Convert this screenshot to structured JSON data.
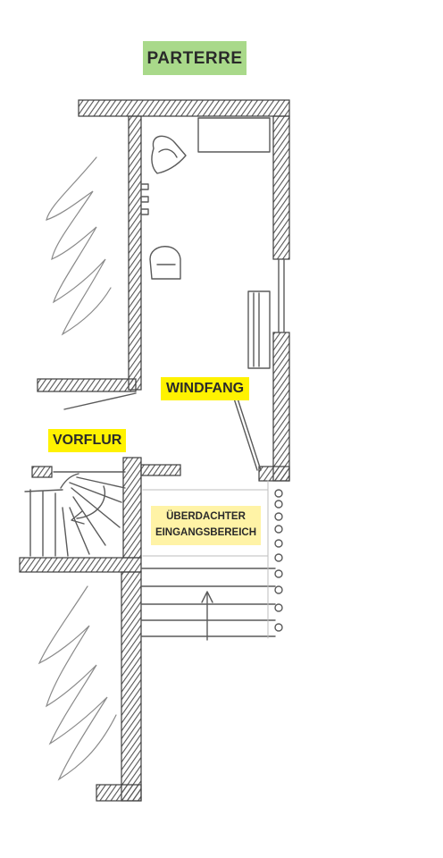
{
  "plan": {
    "title": "Parterre",
    "labels": {
      "windfang": "Windfang",
      "vorflur": "Vorflur",
      "entrance_line1": "Überdachter",
      "entrance_line2": "Eingangsbereich"
    },
    "colors": {
      "title_bg": "#a9d98a",
      "label_bg": "#fff200",
      "entrance_bg": "#fff3a6",
      "wall": "#4a4a4a",
      "pencil": "#6b6b6b"
    }
  }
}
